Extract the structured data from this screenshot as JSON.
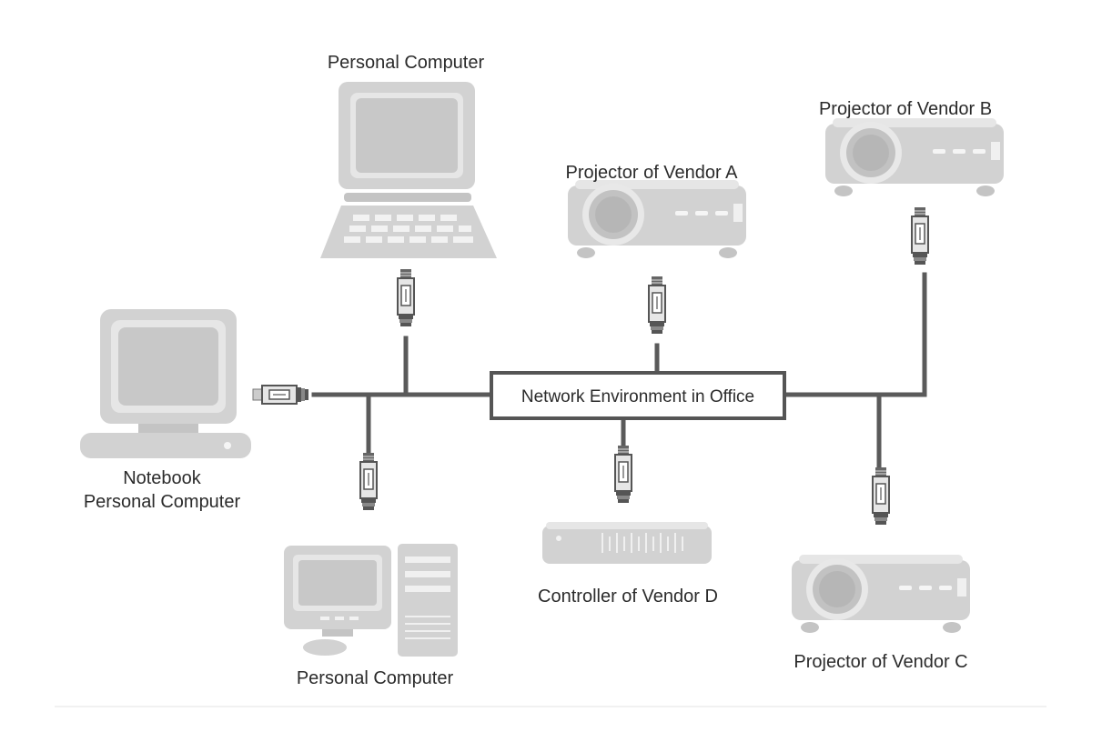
{
  "diagram": {
    "hub_label": "Network Environment in Office",
    "devices": {
      "pc_top": {
        "label": "Personal Computer"
      },
      "notebook": {
        "label_line1": "Notebook",
        "label_line2": "Personal Computer"
      },
      "pc_bottom": {
        "label": "Personal Computer"
      },
      "projector_a": {
        "label": "Projector of Vendor A"
      },
      "projector_b": {
        "label": "Projector of Vendor B"
      },
      "projector_c": {
        "label": "Projector of Vendor C"
      },
      "controller_d": {
        "label": "Controller of Vendor D"
      }
    },
    "colors": {
      "cable": "#5a5a5a",
      "device_fill": "#d2d2d2",
      "device_dark": "#b4b4b4",
      "device_light": "#e8e8e8",
      "hub_border": "#555555"
    }
  }
}
